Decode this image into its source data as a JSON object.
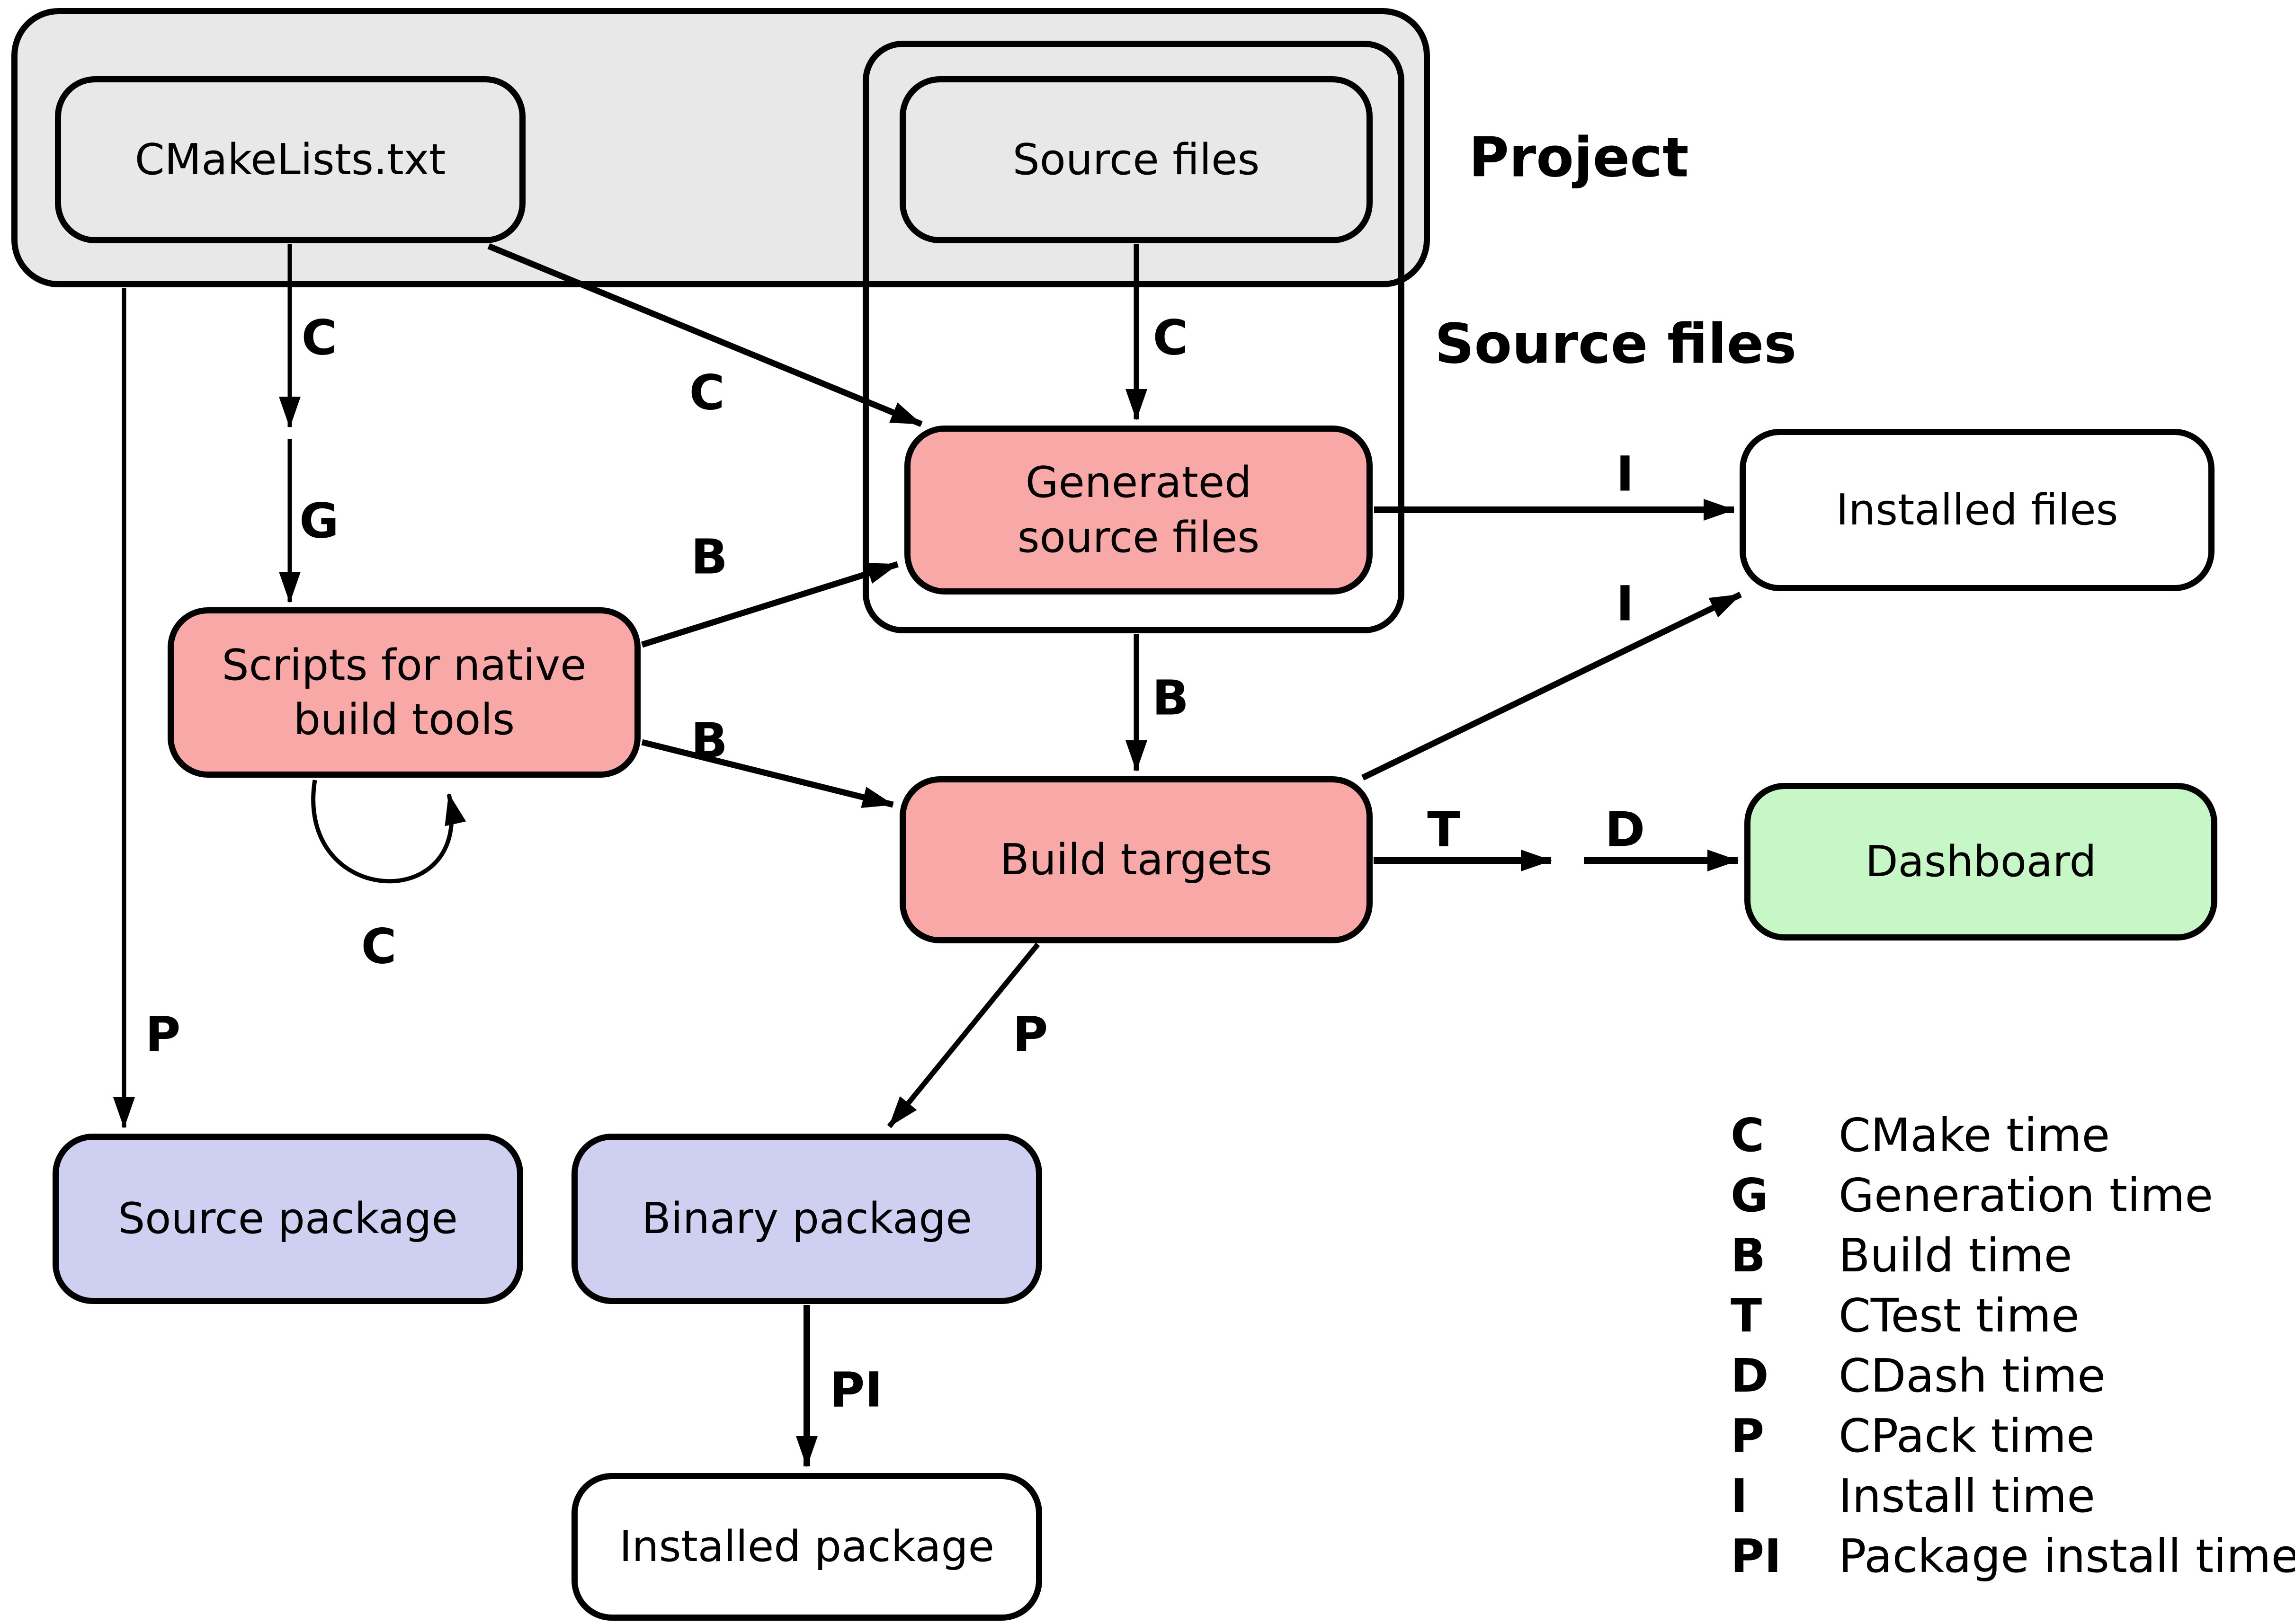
{
  "headings": {
    "project": "Project",
    "source_files_group": "Source files"
  },
  "nodes": {
    "cmakelists": {
      "label": "CMakeLists.txt"
    },
    "source_files": {
      "label": "Source files"
    },
    "generated": {
      "lines": [
        "Generated",
        "source files"
      ]
    },
    "installed_files": {
      "label": "Installed files"
    },
    "scripts": {
      "lines": [
        "Scripts for native",
        "build tools"
      ]
    },
    "build_targets": {
      "label": "Build targets"
    },
    "dashboard": {
      "label": "Dashboard"
    },
    "source_package": {
      "label": "Source package"
    },
    "binary_package": {
      "label": "Binary package"
    },
    "installed_package": {
      "label": "Installed package"
    }
  },
  "edges": {
    "cmakelists_to_scripts_c": "C",
    "cmakelists_to_scripts_g": "G",
    "cmakelists_to_generated_c": "C",
    "sourcefiles_to_generated_c": "C",
    "scripts_to_generated_b": "B",
    "scripts_to_buildtargets_b": "B",
    "generated_to_buildtargets_b": "B",
    "generated_to_installedfiles_i": "I",
    "buildtargets_to_installedfiles_i": "I",
    "buildtargets_to_dashboard_t": "T",
    "buildtargets_to_dashboard_d": "D",
    "project_to_sourcepackage_p": "P",
    "buildtargets_to_binarypackage_p": "P",
    "binarypackage_to_installedpackage_pi": "PI",
    "scripts_self_loop_c": "C"
  },
  "legend": {
    "items": [
      {
        "key": "C",
        "label": "CMake time"
      },
      {
        "key": "G",
        "label": "Generation time"
      },
      {
        "key": "B",
        "label": "Build time"
      },
      {
        "key": "T",
        "label": "CTest time"
      },
      {
        "key": "D",
        "label": "CDash time"
      },
      {
        "key": "P",
        "label": "CPack time"
      },
      {
        "key": "I",
        "label": "Install time"
      },
      {
        "key": "PI",
        "label": "Package install time"
      }
    ]
  },
  "colors": {
    "container_gray": "#E8E8E8",
    "node_pink": "#F9A8A8",
    "node_green": "#C7F7C7",
    "node_lavender": "#CFCFF2",
    "node_white": "#FFFFFF",
    "line_black": "#000000"
  }
}
